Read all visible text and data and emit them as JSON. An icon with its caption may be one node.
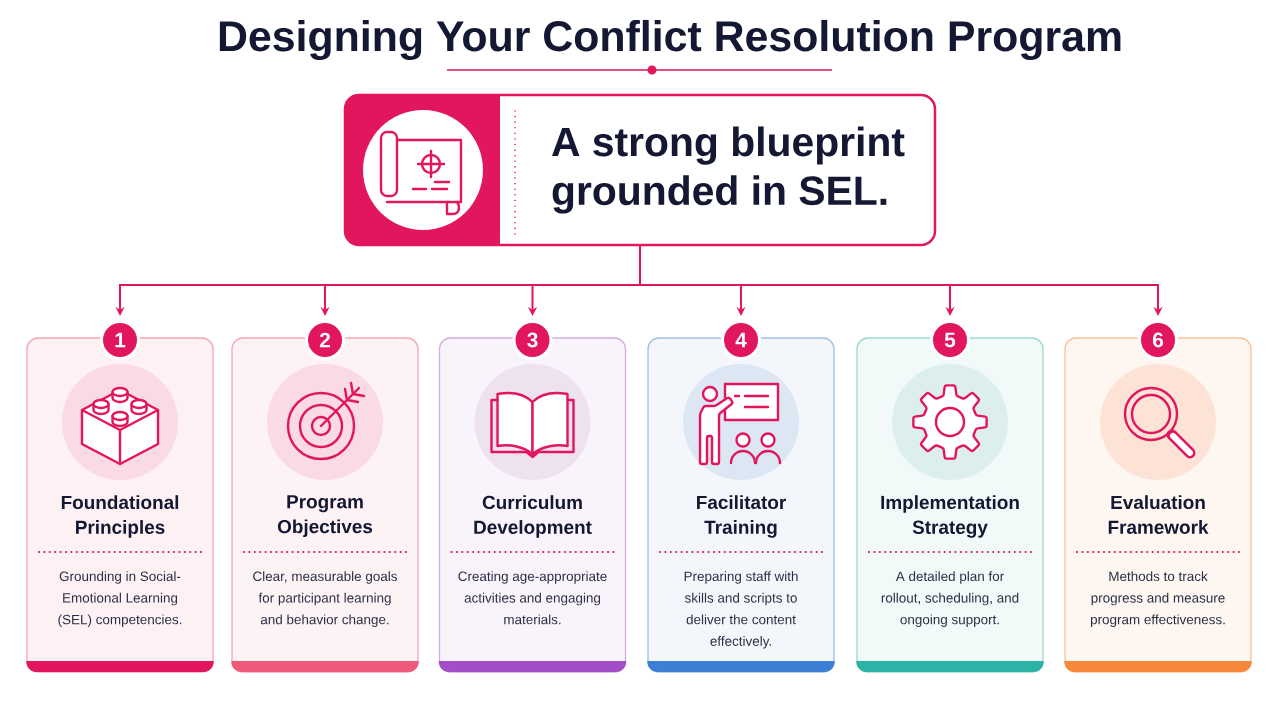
{
  "diagram": {
    "title": "Designing Your Conflict Resolution Program",
    "nodes": [
      {
        "text": [
          "A strong blueprint grounded in SEL."
        ]
      },
      {
        "text": [
          "1"
        ]
      },
      {
        "text": [
          "Foundational Principles",
          "Grounding in Social-Emotional Learning (SEL) competencies."
        ]
      },
      {
        "text": [
          "2"
        ]
      },
      {
        "text": [
          "Program Objectives",
          "Clear, measurable goals for participant learning and behavior change."
        ]
      },
      {
        "text": [
          "3"
        ]
      },
      {
        "text": [
          "Curriculum Development",
          "Creating age-appropriate activities and engaging materials."
        ]
      },
      {
        "text": [
          "4"
        ]
      },
      {
        "text": [
          "Facilitator Training",
          "Preparing staff with skills and scripts to deliver the content effectively."
        ]
      },
      {
        "text": [
          "5"
        ]
      },
      {
        "text": [
          "Implementation Strategy",
          "A detailed plan for rollout, scheduling, and ongoing support."
        ]
      },
      {
        "text": [
          "6"
        ]
      },
      {
        "text": [
          "Evaluation Framework",
          "Methods to track progress and measure program effectiveness."
        ]
      }
    ],
    "edges": [
      {
        "from": 0,
        "to": 1,
        "arrow": "to"
      },
      {
        "from": 0,
        "to": 3,
        "arrow": "to"
      },
      {
        "from": 0,
        "to": 5,
        "arrow": "to"
      },
      {
        "from": 0,
        "to": 7,
        "arrow": "to"
      },
      {
        "from": 0,
        "to": 9,
        "arrow": "to"
      },
      {
        "from": 0,
        "to": 11,
        "arrow": "to"
      }
    ]
  }
}
